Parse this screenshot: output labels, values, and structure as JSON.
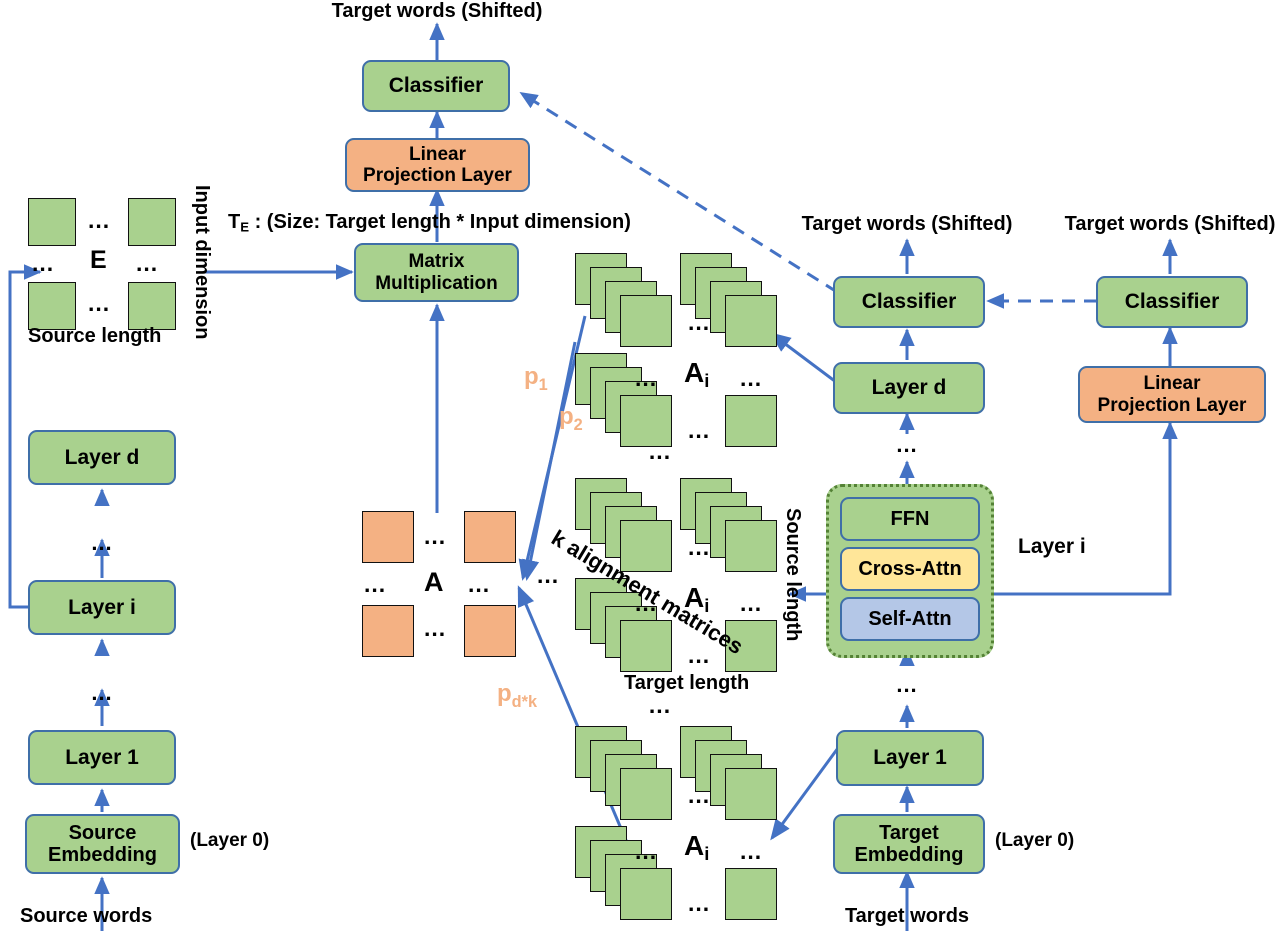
{
  "diagram": {
    "title": "Transformer encoder-decoder with k alignment matrices",
    "colors": {
      "green": "#A9D18E",
      "orange": "#F4B183",
      "yellow": "#FFE699",
      "blue_box": "#B4C7E7",
      "stroke": "#3f6FA8",
      "arrow": "#4472C4",
      "dotted_border": "#548235",
      "p_label": "#F4B183"
    }
  },
  "encoder": {
    "source_words": "Source words",
    "source_embedding": "Source\nEmbedding",
    "source_embedding_line1": "Source",
    "source_embedding_line2": "Embedding",
    "layer0_note": "(Layer 0)",
    "layer1": "Layer 1",
    "layer_i": "Layer i",
    "layer_d": "Layer d",
    "dots": "...",
    "matrix_E": {
      "symbol": "E",
      "bottom_label": "Source length",
      "side_label": "Input dimension",
      "dots": "..."
    }
  },
  "middle": {
    "target_words_shifted": "Target words (Shifted)",
    "classifier": "Classifier",
    "linear_projection_line1": "Linear",
    "linear_projection_line2": "Projection Layer",
    "matrix_multiplication_line1": "Matrix",
    "matrix_multiplication_line2": "Multiplication",
    "te_note": "T",
    "te_sub": "E",
    "te_rest": " : (Size: Target length * Input dimension)",
    "matrix_A": {
      "symbol": "A",
      "dots": "..."
    },
    "gap_dots": "..."
  },
  "alignment": {
    "symbol": "A",
    "symbol_sub": "i",
    "k_label": "k alignment matrices",
    "target_length": "Target length",
    "source_length": "Source length",
    "dots": "...",
    "vertical_dots": "...",
    "p_labels": [
      {
        "base": "p",
        "sub": "1"
      },
      {
        "base": "p",
        "sub": "2"
      },
      {
        "base": "p",
        "sub": "d*k"
      }
    ]
  },
  "decoder": {
    "target_words": "Target words",
    "target_embedding_line1": "Target",
    "target_embedding_line2": "Embedding",
    "layer0_note": "(Layer 0)",
    "layer1": "Layer 1",
    "layer_d": "Layer d",
    "layer_i_label": "Layer i",
    "classifier": "Classifier",
    "target_words_shifted": "Target words (Shifted)",
    "dots": "...",
    "block": {
      "ffn": "FFN",
      "cross_attn": "Cross-Attn",
      "self_attn": "Self-Attn"
    }
  },
  "right_branch": {
    "target_words_shifted": "Target words (Shifted)",
    "classifier": "Classifier",
    "linear_projection_line1": "Linear",
    "linear_projection_line2": "Projection Layer"
  }
}
